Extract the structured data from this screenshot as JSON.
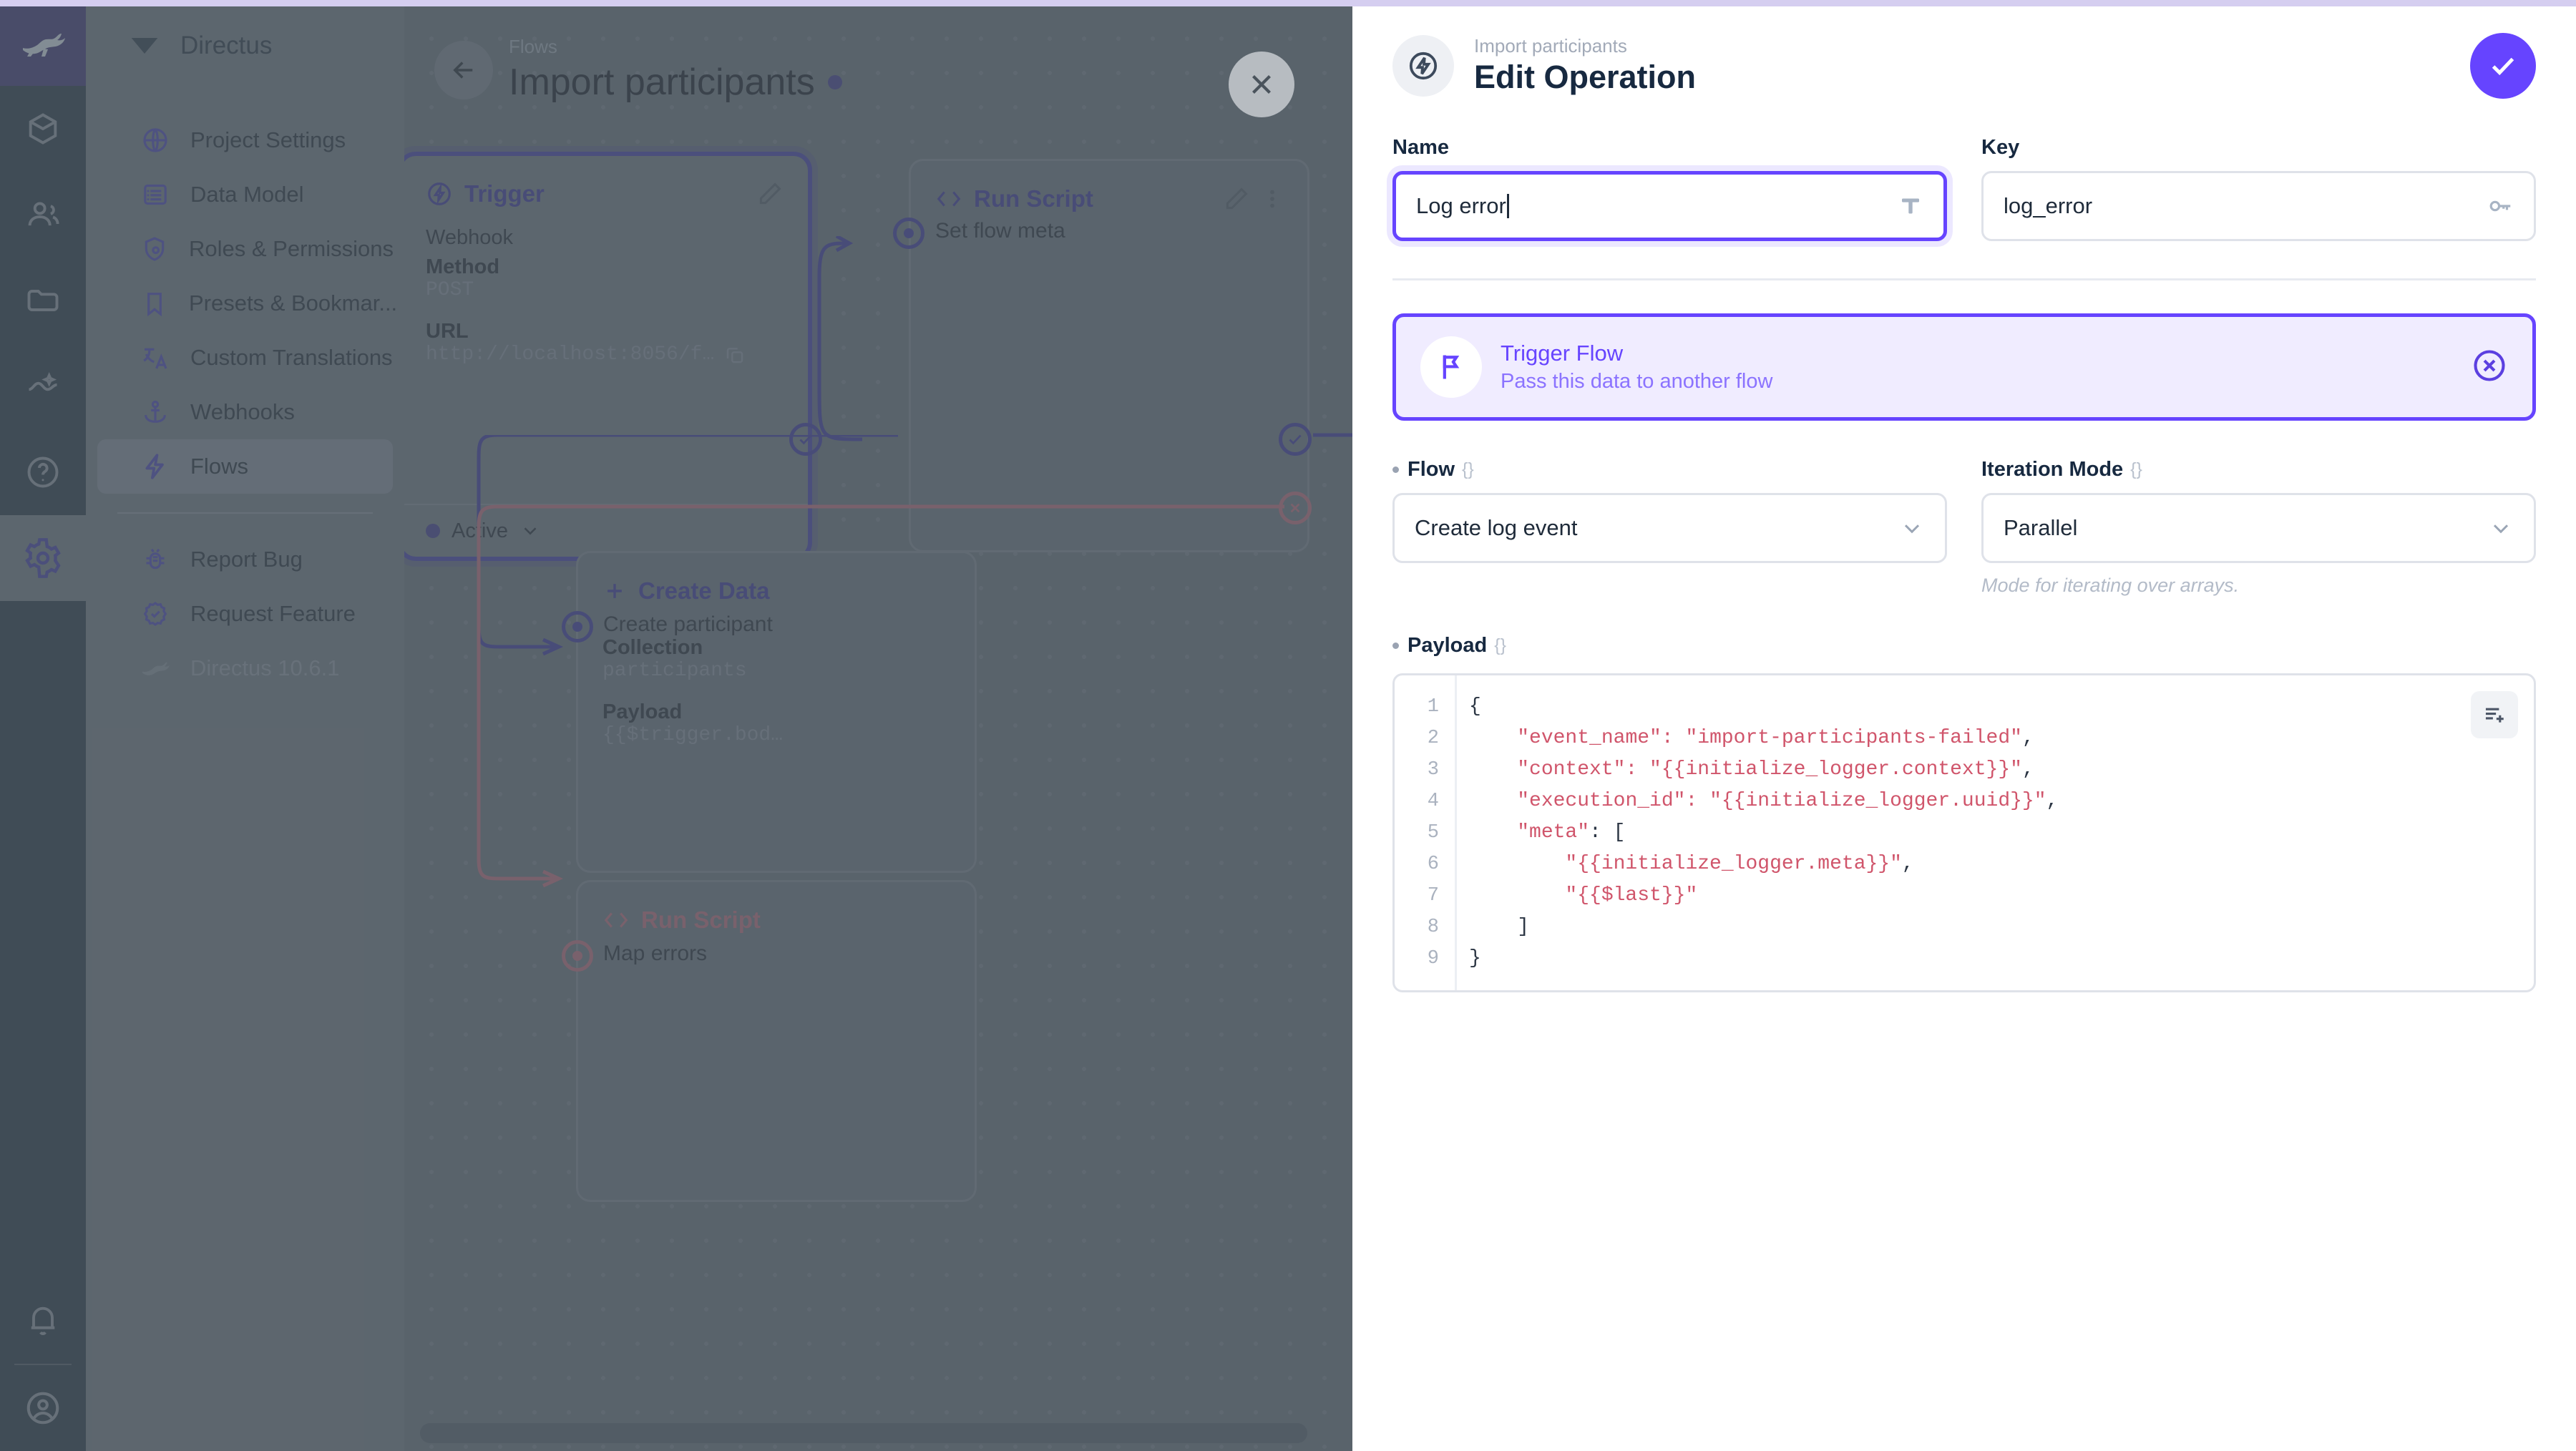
{
  "rail": {
    "items": [
      {
        "name": "logo",
        "icon": "rabbit-logo-icon"
      },
      {
        "name": "content",
        "icon": "box-icon"
      },
      {
        "name": "users",
        "icon": "people-icon"
      },
      {
        "name": "files",
        "icon": "folder-icon"
      },
      {
        "name": "insights",
        "icon": "insights-icon"
      },
      {
        "name": "docs",
        "icon": "help-circle-icon"
      },
      {
        "name": "settings",
        "icon": "gear-icon"
      }
    ],
    "bottom": [
      {
        "name": "notifications",
        "icon": "bell-icon"
      },
      {
        "name": "account",
        "icon": "user-circle-icon"
      }
    ]
  },
  "sidebar": {
    "title": "Directus",
    "items": [
      {
        "label": "Project Settings",
        "icon": "globe-icon"
      },
      {
        "label": "Data Model",
        "icon": "list-box-icon"
      },
      {
        "label": "Roles & Permissions",
        "icon": "shield-icon"
      },
      {
        "label": "Presets & Bookmar...",
        "icon": "bookmark-icon"
      },
      {
        "label": "Custom Translations",
        "icon": "translate-icon"
      },
      {
        "label": "Webhooks",
        "icon": "anchor-icon"
      },
      {
        "label": "Flows",
        "icon": "bolt-icon",
        "selected": true
      }
    ],
    "footer_items": [
      {
        "label": "Report Bug",
        "icon": "bug-icon"
      },
      {
        "label": "Request Feature",
        "icon": "badge-check-icon"
      }
    ],
    "version": "Directus 10.6.1"
  },
  "canvas": {
    "breadcrumb": "Flows",
    "title": "Import participants",
    "back_icon": "arrow-left-icon",
    "close_icon": "close-icon",
    "nodes": [
      {
        "type": "Trigger",
        "type_icon": "trigger-bolt-icon",
        "edit_icon": "pencil-icon",
        "rows": [
          {
            "label": "Webhook",
            "bold": false
          },
          {
            "label": "Method",
            "value": "POST"
          },
          {
            "label": "URL",
            "value": "http://localhost:8056/f…",
            "copy_icon": "copy-icon"
          }
        ],
        "status": "Active",
        "status_caret": "chevron-down-icon"
      },
      {
        "type": "Run Script",
        "type_icon": "code-brackets-icon",
        "edit_icon": "pencil-icon",
        "more_icon": "dots-vertical-icon",
        "title": "Set flow meta"
      },
      {
        "type": "Create Data",
        "type_icon": "plus-icon",
        "title": "Create participant",
        "rows": [
          {
            "label": "Collection",
            "value": "participants"
          },
          {
            "label": "Payload",
            "value": "{{$trigger.bod…"
          }
        ]
      },
      {
        "type": "Run Script",
        "type_icon": "code-brackets-icon",
        "title": "Map errors",
        "error": true
      }
    ]
  },
  "drawer": {
    "header": {
      "icon": "bolt-circle-icon",
      "breadcrumb": "Import participants",
      "title": "Edit Operation",
      "save_icon": "check-icon"
    },
    "name_field": {
      "label": "Name",
      "value": "Log error",
      "suffix_icon": "text-format-icon",
      "focused": true
    },
    "key_field": {
      "label": "Key",
      "value": "log_error",
      "suffix_icon": "key-icon"
    },
    "operation_card": {
      "icon": "flag-icon",
      "title": "Trigger Flow",
      "subtitle": "Pass this data to another flow",
      "clear_icon": "circle-x-icon"
    },
    "flow_field": {
      "label": "Flow",
      "braces": "{}",
      "value": "Create log event",
      "caret_icon": "chevron-down-icon",
      "required": true
    },
    "iteration_field": {
      "label": "Iteration Mode",
      "braces": "{}",
      "value": "Parallel",
      "caret_icon": "chevron-down-icon",
      "help": "Mode for iterating over arrays."
    },
    "payload_field": {
      "label": "Payload",
      "braces": "{}",
      "required": true,
      "toolbar_icon": "insert-lines-icon",
      "lines": [
        {
          "n": "1",
          "pre": "{",
          "str": "",
          "post": ""
        },
        {
          "n": "2",
          "pre": "    ",
          "str": "\"event_name\": \"import-participants-failed\"",
          "post": ","
        },
        {
          "n": "3",
          "pre": "    ",
          "str": "\"context\": \"{{initialize_logger.context}}\"",
          "post": ","
        },
        {
          "n": "4",
          "pre": "    ",
          "str": "\"execution_id\": \"{{initialize_logger.uuid}}\"",
          "post": ","
        },
        {
          "n": "5",
          "pre": "    ",
          "str": "\"meta\"",
          "post": ": ["
        },
        {
          "n": "6",
          "pre": "        ",
          "str": "\"{{initialize_logger.meta}}\"",
          "post": ","
        },
        {
          "n": "7",
          "pre": "        ",
          "str": "\"{{$last}}\"",
          "post": ""
        },
        {
          "n": "8",
          "pre": "    ]",
          "str": "",
          "post": ""
        },
        {
          "n": "9",
          "pre": "}",
          "str": "",
          "post": ""
        }
      ]
    }
  },
  "colors": {
    "accent": "#6644ff",
    "rail_bg": "#2c3a44",
    "sidebar_bg": "#5b646c",
    "node_accent": "#3a3a7c",
    "error": "#8a5c68",
    "code_string": "#d0556b"
  }
}
